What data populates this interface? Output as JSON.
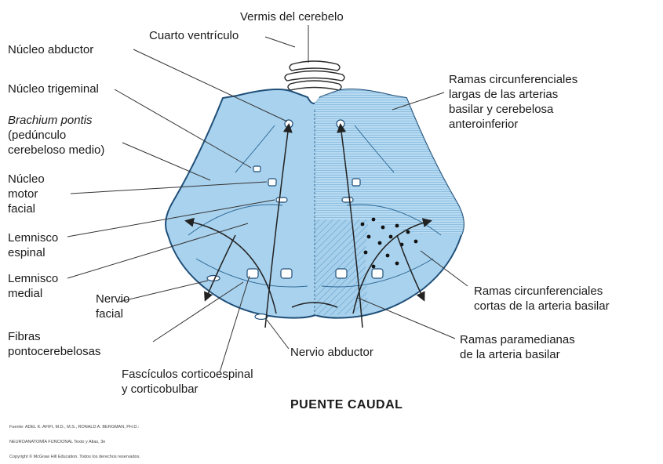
{
  "labels": {
    "vermis": "Vermis del cerebelo",
    "cuarto": "Cuarto ventrículo",
    "abductor_nucleus": "Núcleo abductor",
    "trigeminal": "Núcleo trigeminal",
    "brachium_1": "Brachium pontis",
    "brachium_2": "(pedúnculo",
    "brachium_3": "cerebeloso medio)",
    "motor_1": "Núcleo",
    "motor_2": "motor",
    "motor_3": "facial",
    "lem_esp_1": "Lemnisco",
    "lem_esp_2": "espinal",
    "lem_med_1": "Lemnisco",
    "lem_med_2": "medial",
    "nervio_facial_1": "Nervio",
    "nervio_facial_2": "facial",
    "fibras_1": "Fibras",
    "fibras_2": "pontocerebelosas",
    "fasciculos_1": "Fascículos corticoespinal",
    "fasciculos_2": "y corticobulbar",
    "nervio_abductor": "Nervio abductor",
    "ramas_largas_1": "Ramas circunferenciales",
    "ramas_largas_2": "largas de las arterias",
    "ramas_largas_3": "basilar y cerebelosa",
    "ramas_largas_4": "anteroinferior",
    "ramas_cortas_1": "Ramas circunferenciales",
    "ramas_cortas_2": "cortas de la arteria basilar",
    "ramas_para_1": "Ramas paramedianas",
    "ramas_para_2": "de la arteria basilar",
    "title": "PUENTE CAUDAL"
  },
  "source": {
    "line1": "Fuente: ADEL K. AFIFI, M.D., M.S., RONALD A. BERGMAN, PH.D.:",
    "line2": "NEUROANATOMÍA FUNCIONAL Texto y Atlas, 3e",
    "line3": "Copyright © McGraw Hill Education. Todos los derechos reservados."
  },
  "colors": {
    "tissue": "#a9d2ee",
    "outline": "#1f4f78",
    "arrow": "#2a2a2a",
    "leader": "#333333"
  }
}
